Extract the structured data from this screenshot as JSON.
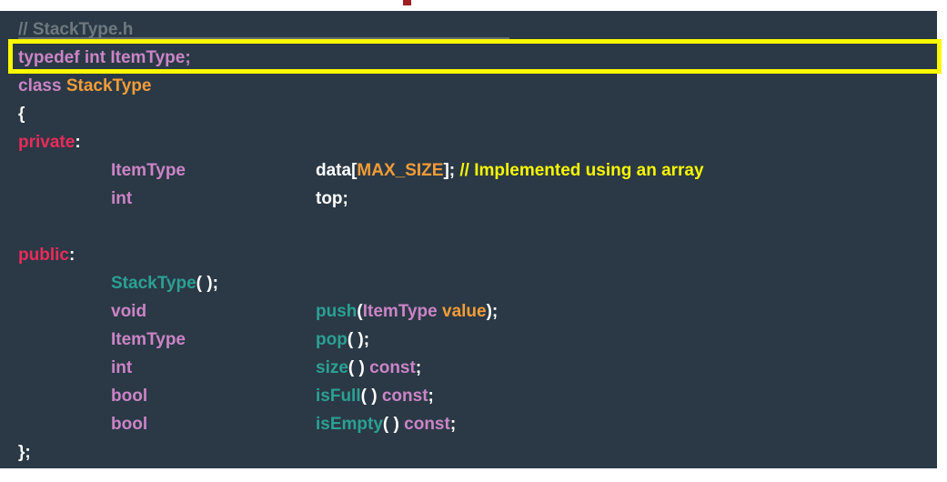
{
  "page": {
    "kind": "code-slide",
    "background": "#ffffff"
  },
  "colors": {
    "background": "#2a3945",
    "comment_gray": "#6e797f",
    "underline_gray": "#5f6b72",
    "keyword_pink": "#cb84c6",
    "access_red": "#eb2b5a",
    "class_orange": "#f39c38",
    "function_teal": "#2ba094",
    "comment_yellow": "#f9f600",
    "plain_white": "#ffffff",
    "highlight_yellow": "#fcf800",
    "top_red_mark": "#a01d22"
  },
  "code": {
    "file_comment": "// StackType.h",
    "highlighted_statement": "typedef int ItemType;",
    "lines": [
      {
        "name": "code-line-file-comment",
        "cols": [
          {
            "col": 1,
            "tokens": [
              {
                "t": "// StackType.h",
                "c": "comment_gray"
              }
            ]
          }
        ]
      },
      {
        "name": "code-line-typedef",
        "cols": [
          {
            "col": 1,
            "tokens": [
              {
                "t": "typedef int ItemType;",
                "c": "keyword_pink"
              }
            ]
          }
        ]
      },
      {
        "name": "code-line-class",
        "cols": [
          {
            "col": 1,
            "tokens": [
              {
                "t": "class ",
                "c": "keyword_pink"
              },
              {
                "t": "StackType",
                "c": "class_orange"
              }
            ]
          }
        ]
      },
      {
        "name": "code-line-open-brace",
        "cols": [
          {
            "col": 1,
            "tokens": [
              {
                "t": "{",
                "c": "plain_white"
              }
            ]
          }
        ]
      },
      {
        "name": "code-line-private",
        "cols": [
          {
            "col": 1,
            "tokens": [
              {
                "t": "private",
                "c": "access_red"
              },
              {
                "t": ":",
                "c": "plain_white"
              }
            ]
          }
        ]
      },
      {
        "name": "code-line-data-member",
        "cols": [
          {
            "col": 2,
            "tokens": [
              {
                "t": "ItemType",
                "c": "keyword_pink"
              }
            ]
          },
          {
            "col": 3,
            "tokens": [
              {
                "t": "data[",
                "c": "plain_white"
              },
              {
                "t": "MAX_SIZE",
                "c": "class_orange"
              },
              {
                "t": "]; ",
                "c": "plain_white"
              },
              {
                "t": "// Implemented using an array",
                "c": "comment_yellow"
              }
            ]
          }
        ]
      },
      {
        "name": "code-line-top-member",
        "cols": [
          {
            "col": 2,
            "tokens": [
              {
                "t": "int",
                "c": "keyword_pink"
              }
            ]
          },
          {
            "col": 3,
            "tokens": [
              {
                "t": "top;",
                "c": "plain_white"
              }
            ]
          }
        ]
      },
      {
        "name": "code-line-blank",
        "cols": []
      },
      {
        "name": "code-line-public",
        "cols": [
          {
            "col": 1,
            "tokens": [
              {
                "t": "public",
                "c": "access_red"
              },
              {
                "t": ":",
                "c": "plain_white"
              }
            ]
          }
        ]
      },
      {
        "name": "code-line-constructor",
        "cols": [
          {
            "col": 2,
            "tokens": [
              {
                "t": "StackType",
                "c": "function_teal"
              },
              {
                "t": "( );",
                "c": "plain_white"
              }
            ]
          }
        ]
      },
      {
        "name": "code-line-push",
        "cols": [
          {
            "col": 2,
            "tokens": [
              {
                "t": "void",
                "c": "keyword_pink"
              }
            ]
          },
          {
            "col": 3,
            "tokens": [
              {
                "t": "push",
                "c": "function_teal"
              },
              {
                "t": "(",
                "c": "plain_white"
              },
              {
                "t": "ItemType ",
                "c": "keyword_pink"
              },
              {
                "t": "value",
                "c": "class_orange"
              },
              {
                "t": ");",
                "c": "plain_white"
              }
            ]
          }
        ]
      },
      {
        "name": "code-line-pop",
        "cols": [
          {
            "col": 2,
            "tokens": [
              {
                "t": "ItemType",
                "c": "keyword_pink"
              }
            ]
          },
          {
            "col": 3,
            "tokens": [
              {
                "t": "pop",
                "c": "function_teal"
              },
              {
                "t": "( );",
                "c": "plain_white"
              }
            ]
          }
        ]
      },
      {
        "name": "code-line-size",
        "cols": [
          {
            "col": 2,
            "tokens": [
              {
                "t": "int",
                "c": "keyword_pink"
              }
            ]
          },
          {
            "col": 3,
            "tokens": [
              {
                "t": "size",
                "c": "function_teal"
              },
              {
                "t": "( ) ",
                "c": "plain_white"
              },
              {
                "t": "const",
                "c": "keyword_pink"
              },
              {
                "t": ";",
                "c": "plain_white"
              }
            ]
          }
        ]
      },
      {
        "name": "code-line-isfull",
        "cols": [
          {
            "col": 2,
            "tokens": [
              {
                "t": "bool",
                "c": "keyword_pink"
              }
            ]
          },
          {
            "col": 3,
            "tokens": [
              {
                "t": "isFull",
                "c": "function_teal"
              },
              {
                "t": "( ) ",
                "c": "plain_white"
              },
              {
                "t": "const",
                "c": "keyword_pink"
              },
              {
                "t": ";",
                "c": "plain_white"
              }
            ]
          }
        ]
      },
      {
        "name": "code-line-isempty",
        "cols": [
          {
            "col": 2,
            "tokens": [
              {
                "t": "bool",
                "c": "keyword_pink"
              }
            ]
          },
          {
            "col": 3,
            "tokens": [
              {
                "t": "isEmpty",
                "c": "function_teal"
              },
              {
                "t": "( ) ",
                "c": "plain_white"
              },
              {
                "t": "const",
                "c": "keyword_pink"
              },
              {
                "t": ";",
                "c": "plain_white"
              }
            ]
          }
        ]
      },
      {
        "name": "code-line-close-brace",
        "cols": [
          {
            "col": 1,
            "tokens": [
              {
                "t": "};",
                "c": "plain_white"
              }
            ]
          }
        ]
      }
    ]
  }
}
